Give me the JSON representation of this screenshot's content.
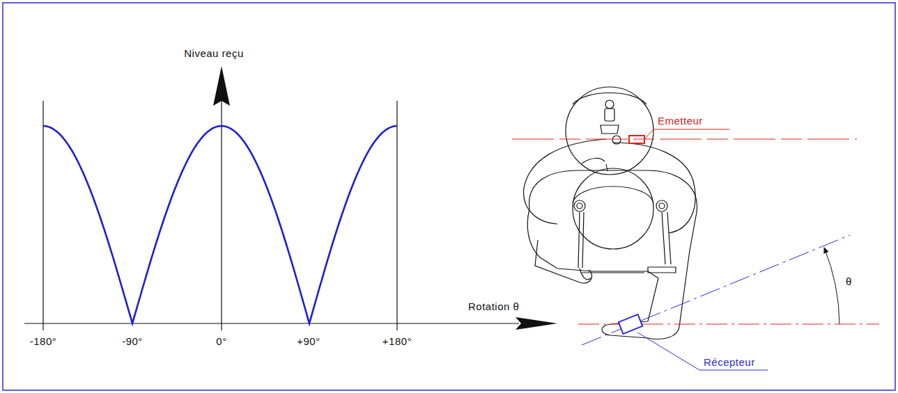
{
  "diagram": {
    "labels": [
      "Niveau reçu",
      "Rotation θ",
      "-180°",
      "-90°",
      "0°",
      "+90°",
      "+180°",
      "Emetteur",
      "Récepteur",
      "θ"
    ]
  }
}
